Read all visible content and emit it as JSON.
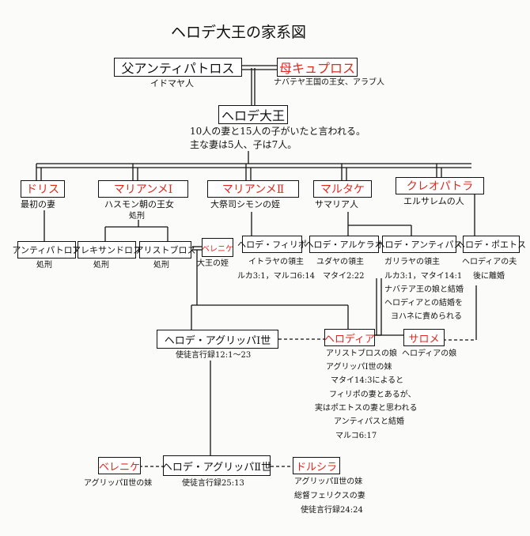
{
  "title": "ヘロデ大王の家系図",
  "colors": {
    "female_name": "#e0281e",
    "line": "#111111",
    "background": "#fbfbf9"
  },
  "people": {
    "antipatros": {
      "name": "父アンティパトロス",
      "note": "イドマヤ人"
    },
    "kypros": {
      "name": "母キュプロス",
      "note": "ナバテヤ王国の王女、アラブ人"
    },
    "herod": {
      "name": "ヘロデ大王",
      "note1": "10人の妻と15人の子がいたと言われる。",
      "note2": "主な妻は5人、子は7人。"
    },
    "doris": {
      "name": "ドリス",
      "note": "最初の妻"
    },
    "mariamne1": {
      "name": "マリアンメⅠ",
      "note": "ハスモン朝の王女",
      "note2": "処刑"
    },
    "mariamne2": {
      "name": "マリアンメⅡ",
      "note": "大祭司シモンの姪"
    },
    "malthace": {
      "name": "マルタケ",
      "note": "サマリア人"
    },
    "cleopatra": {
      "name": "クレオパトラ",
      "note": "エルサレムの人"
    },
    "antipater_son": {
      "name": "アンティパトロス",
      "note": "処刑"
    },
    "alexander": {
      "name": "アレキサンドロス",
      "note": "処刑"
    },
    "aristobulus": {
      "name": "アリストブロス",
      "note": "処刑"
    },
    "berenice1": {
      "name": "ベレニケ",
      "note": "大王の姪"
    },
    "herod_philip": {
      "name": "ヘロデ・フィリポ",
      "note1": "イトラヤの領主",
      "note2": "ルカ3:1，マルコ6:14"
    },
    "archelaus": {
      "name": "ヘロデ・アルケラオ",
      "note1": "ユダヤの領主",
      "note2": "マタイ2:22"
    },
    "antipas": {
      "name": "ヘロデ・アンティパス",
      "note1": "ガリラヤの領主",
      "note2": "ルカ3:1，マタイ14:1",
      "note3": "ナバテア王の娘と結婚",
      "note4": "ヘロディアとの結婚を",
      "note5": "ヨハネに責められる"
    },
    "philip_tetrarch": {
      "name": "ヘロデ・ポエトス",
      "note1": "ヘロディアの夫",
      "note2": "後に離婚"
    },
    "agrippa1": {
      "name": "ヘロデ・アグリッパⅠ世",
      "note": "使徒言行録12:1～23"
    },
    "herodias": {
      "name": "ヘロディア",
      "note1": "アリストブロスの娘",
      "note2": "アグリッパⅠ世の妹",
      "note3": "マタイ14:3によると",
      "note4": "フィリポの妻とあるが、",
      "note5": "実はポエトスの妻と思われる",
      "note6": "アンティパスと結婚",
      "note7": "マルコ6:17"
    },
    "salome": {
      "name": "サロメ",
      "note": "ヘロディアの娘"
    },
    "berenice2": {
      "name": "ベレニケ",
      "note": "アグリッパⅡ世の妹"
    },
    "agrippa2": {
      "name": "ヘロデ・アグリッパⅡ世",
      "note": "使徒言行録25:13"
    },
    "drusilla": {
      "name": "ドルシラ",
      "note1": "アグリッパⅡ世の妹",
      "note2": "総督フェリクスの妻",
      "note3": "使徒言行録24:24"
    }
  }
}
